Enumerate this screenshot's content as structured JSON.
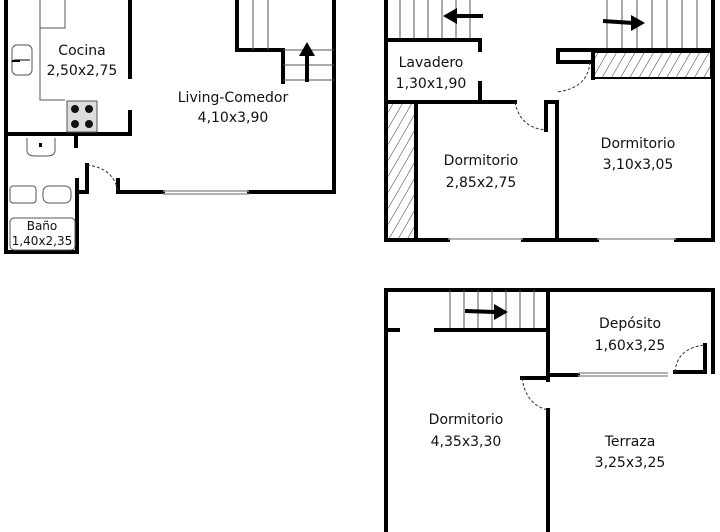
{
  "plans": {
    "ground_floor": {
      "rooms": [
        {
          "name": "Cocina",
          "size": "2,50x2,75"
        },
        {
          "name": "Living-Comedor",
          "size": "4,10x3,90"
        },
        {
          "name": "Baño",
          "size": "1,40x2,35"
        }
      ]
    },
    "first_floor": {
      "rooms": [
        {
          "name": "Lavadero",
          "size": "1,30x1,90"
        },
        {
          "name": "Dormitorio",
          "size": "2,85x2,75"
        },
        {
          "name": "Dormitorio",
          "size": "3,10x3,05"
        }
      ]
    },
    "second_floor": {
      "rooms": [
        {
          "name": "Depósito",
          "size": "1,60x3,25"
        },
        {
          "name": "Dormitorio",
          "size": "4,35x3,30"
        },
        {
          "name": "Terraza",
          "size": "3,25x3,25"
        }
      ]
    }
  }
}
